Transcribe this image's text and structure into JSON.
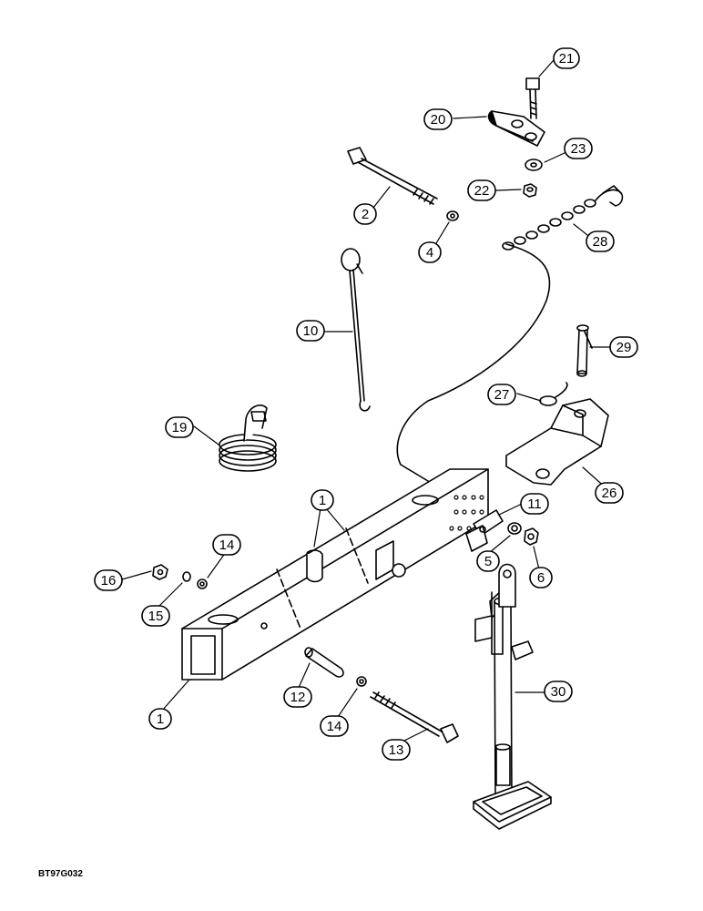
{
  "figure_code": "BT97G032",
  "callouts": [
    {
      "id": "c21",
      "label": "21"
    },
    {
      "id": "c20",
      "label": "20"
    },
    {
      "id": "c23",
      "label": "23"
    },
    {
      "id": "c22",
      "label": "22"
    },
    {
      "id": "c2",
      "label": "2"
    },
    {
      "id": "c4",
      "label": "4"
    },
    {
      "id": "c28",
      "label": "28"
    },
    {
      "id": "c10",
      "label": "10"
    },
    {
      "id": "c29",
      "label": "29"
    },
    {
      "id": "c27",
      "label": "27"
    },
    {
      "id": "c19",
      "label": "19"
    },
    {
      "id": "c26",
      "label": "26"
    },
    {
      "id": "c1a",
      "label": "1"
    },
    {
      "id": "c11",
      "label": "11"
    },
    {
      "id": "c14a",
      "label": "14"
    },
    {
      "id": "c16",
      "label": "16"
    },
    {
      "id": "c5",
      "label": "5"
    },
    {
      "id": "c6",
      "label": "6"
    },
    {
      "id": "c15",
      "label": "15"
    },
    {
      "id": "c12",
      "label": "12"
    },
    {
      "id": "c30",
      "label": "30"
    },
    {
      "id": "c1b",
      "label": "1"
    },
    {
      "id": "c14b",
      "label": "14"
    },
    {
      "id": "c13",
      "label": "13"
    }
  ]
}
